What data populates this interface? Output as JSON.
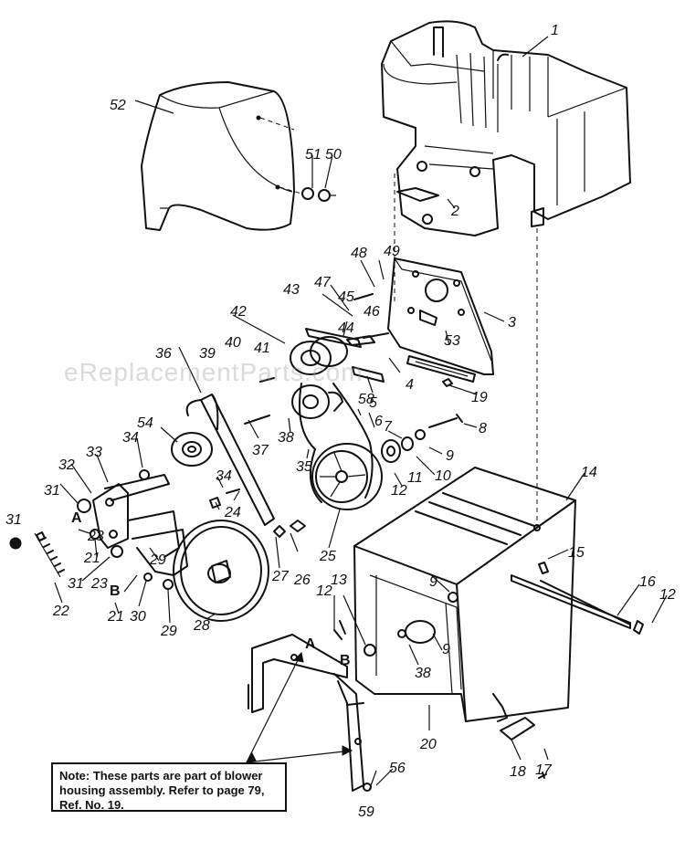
{
  "watermark": "eReplacementParts.com",
  "note": {
    "line1": "Note: These parts are part of blower",
    "line2": "housing assembly. Refer to page 79,",
    "line3": "Ref. No. 19."
  },
  "callouts": [
    "1",
    "2",
    "3",
    "4",
    "5",
    "6",
    "7",
    "8",
    "9",
    "10",
    "11",
    "12",
    "13",
    "14",
    "15",
    "16",
    "17",
    "18",
    "19",
    "20",
    "21",
    "22",
    "23",
    "24",
    "25",
    "26",
    "27",
    "28",
    "29",
    "30",
    "31",
    "32",
    "33",
    "34",
    "35",
    "36",
    "37",
    "38",
    "39",
    "40",
    "41",
    "42",
    "43",
    "44",
    "45",
    "46",
    "47",
    "48",
    "49",
    "50",
    "51",
    "52",
    "53",
    "54",
    "56",
    "58",
    "59",
    "A",
    "B"
  ],
  "colors": {
    "line": "#111111",
    "background": "#ffffff"
  }
}
